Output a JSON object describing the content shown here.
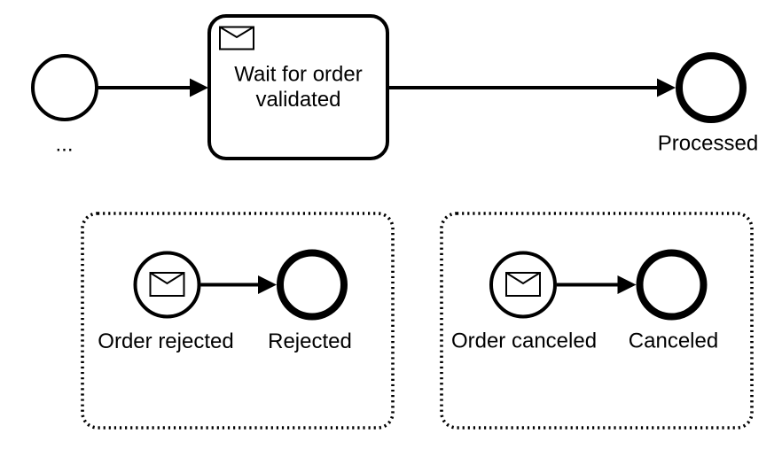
{
  "diagram": {
    "type": "bpmn-process",
    "colors": {
      "ink": "#000000",
      "background": "#ffffff"
    },
    "main_process": {
      "start_event": {
        "label": "..."
      },
      "receive_task": {
        "label_line1": "Wait for order",
        "label_line2": "validated",
        "icon": "message-icon"
      },
      "end_event": {
        "label": "Processed"
      }
    },
    "event_subprocesses": [
      {
        "start_event": {
          "label": "Order rejected",
          "icon": "message-icon"
        },
        "end_event": {
          "label": "Rejected"
        }
      },
      {
        "start_event": {
          "label": "Order canceled",
          "icon": "message-icon"
        },
        "end_event": {
          "label": "Canceled"
        }
      }
    ]
  }
}
